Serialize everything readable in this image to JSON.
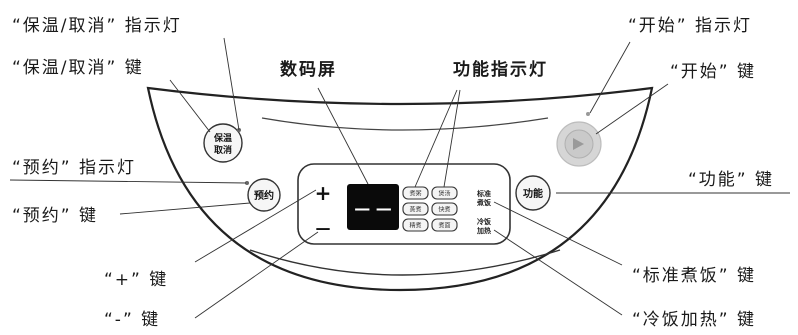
{
  "labels": {
    "keep_warm_indicator": "“保温/取消” 指示灯",
    "keep_warm_key": "“保温/取消” 键",
    "display": "数码屏",
    "function_indicator": "功能指示灯",
    "start_indicator": "“开始” 指示灯",
    "start_key": "“开始” 键",
    "reserve_indicator": "“预约” 指示灯",
    "reserve_key": "“预约” 键",
    "function_key": "“功能” 键",
    "plus_key": "“+” 键",
    "minus_key": "“-” 键",
    "standard_cook_key": "“标准煮饭” 键",
    "reheat_key": "“冷饭加热” 键"
  },
  "panel": {
    "keep_warm_button_line1": "保温",
    "keep_warm_button_line2": "取消",
    "reserve_button": "预约",
    "plus_symbol": "+",
    "minus_symbol": "—",
    "function_button": "功能",
    "display_readout": "— —",
    "mode_cells": [
      "煮粥",
      "煲汤",
      "蒸煮",
      "快煮",
      "精煮",
      "煮面"
    ],
    "standard_cook_line1": "标准",
    "standard_cook_line2": "煮饭",
    "reheat_line1": "冷饭",
    "reheat_line2": "加热"
  }
}
